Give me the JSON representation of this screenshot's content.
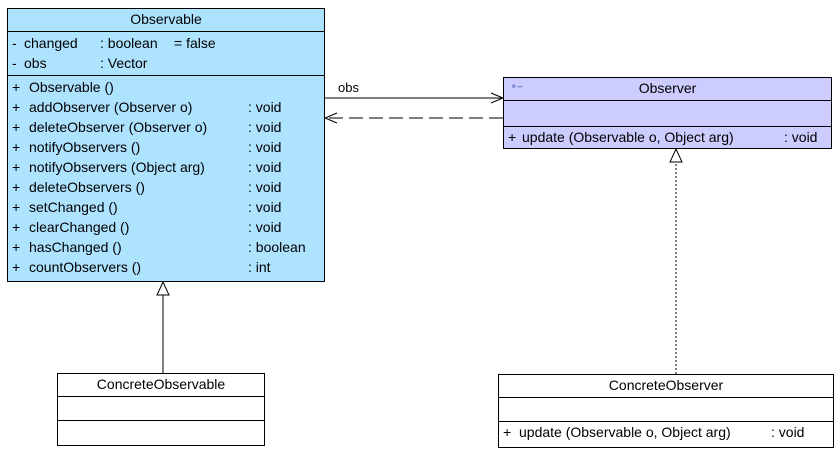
{
  "colors": {
    "observable_fill": "#aee3ff",
    "observer_fill": "#ccccff",
    "concrete_fill": "#ffffff",
    "line": "#000000"
  },
  "observable": {
    "name": "Observable",
    "attributes": [
      {
        "vis": "-",
        "name": "changed",
        "type": ": boolean",
        "default": "= false"
      },
      {
        "vis": "-",
        "name": "obs",
        "type": ": Vector",
        "default": ""
      }
    ],
    "operations": [
      {
        "vis": "+",
        "sig": "Observable ()",
        "ret": ""
      },
      {
        "vis": "+",
        "sig": "addObserver (Observer o)",
        "ret": ": void"
      },
      {
        "vis": "+",
        "sig": "deleteObserver (Observer o)",
        "ret": ": void"
      },
      {
        "vis": "+",
        "sig": "notifyObservers ()",
        "ret": ": void"
      },
      {
        "vis": "+",
        "sig": "notifyObservers (Object arg)",
        "ret": ": void"
      },
      {
        "vis": "+",
        "sig": "deleteObservers ()",
        "ret": ": void"
      },
      {
        "vis": "+",
        "sig": "setChanged ()",
        "ret": ": void"
      },
      {
        "vis": "+",
        "sig": "clearChanged ()",
        "ret": ": void"
      },
      {
        "vis": "+",
        "sig": "hasChanged ()",
        "ret": ": boolean"
      },
      {
        "vis": "+",
        "sig": "countObservers ()",
        "ret": ": int"
      }
    ]
  },
  "observer": {
    "name": "Observer",
    "icon": "interface-icon",
    "operations": [
      {
        "vis": "+",
        "sig": "update (Observable o, Object arg)",
        "ret": ": void"
      }
    ]
  },
  "concrete_observable": {
    "name": "ConcreteObservable"
  },
  "concrete_observer": {
    "name": "ConcreteObserver",
    "operations": [
      {
        "vis": "+",
        "sig": "update (Observable o, Object arg)",
        "ret": ": void"
      }
    ]
  },
  "edges": {
    "association_label": "obs"
  }
}
